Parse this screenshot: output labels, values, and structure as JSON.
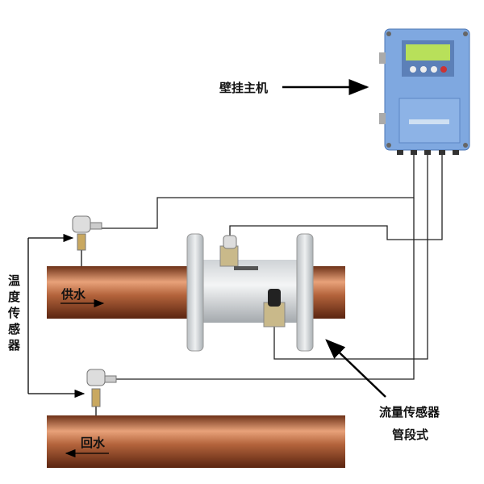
{
  "labels": {
    "wall_unit": "壁挂主机",
    "temp_sensor": "温度传感器",
    "supply_water": "供水",
    "return_water": "回水",
    "flow_sensor_line1": "流量传感器",
    "flow_sensor_line2": "管段式"
  },
  "colors": {
    "pipe": "#a0522d",
    "unit": "#7fa8e0",
    "lcd": "#b8e05a"
  }
}
